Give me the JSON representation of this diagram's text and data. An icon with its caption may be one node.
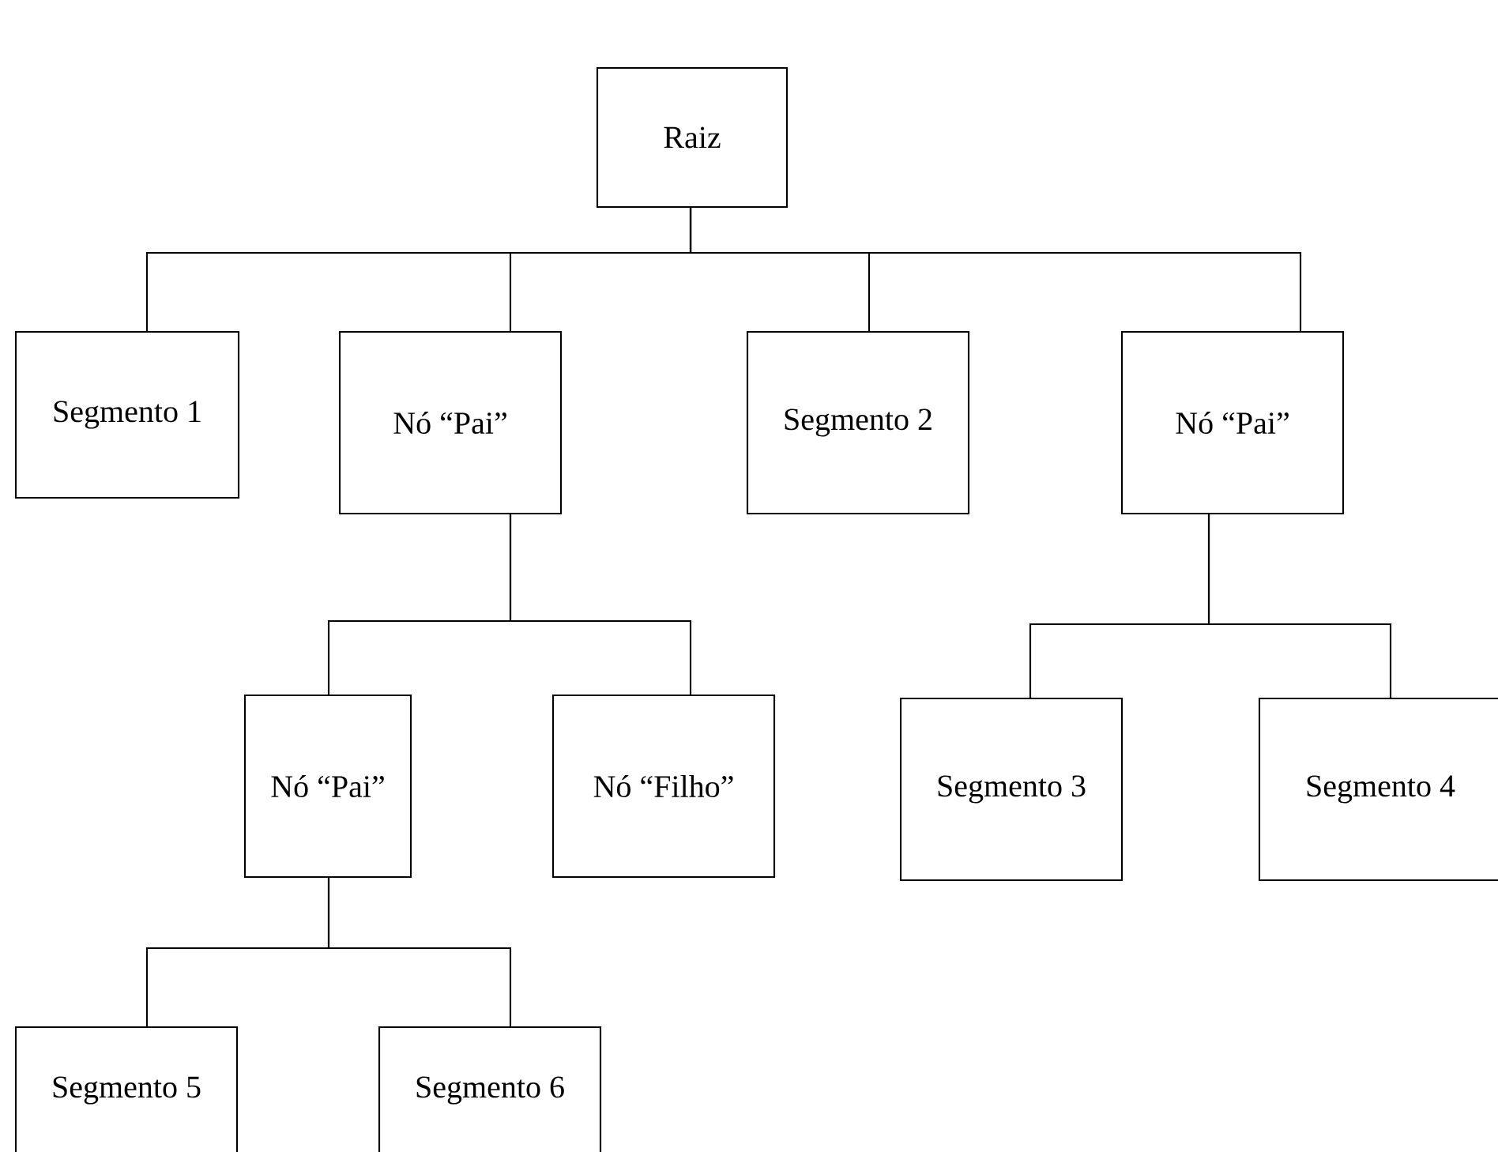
{
  "diagram": {
    "nodes": [
      {
        "text": [
          "Raiz"
        ]
      },
      {
        "text": [
          "Segmento 1"
        ]
      },
      {
        "text": [
          "Nó “Pai”"
        ]
      },
      {
        "text": [
          "Segmento 2"
        ]
      },
      {
        "text": [
          "Nó “Pai”"
        ]
      },
      {
        "text": [
          "Nó “Pai”"
        ]
      },
      {
        "text": [
          "Nó “Filho”"
        ]
      },
      {
        "text": [
          "Segmento 3"
        ]
      },
      {
        "text": [
          "Segmento 4"
        ]
      },
      {
        "text": [
          "Segmento 5"
        ]
      },
      {
        "text": [
          "Segmento 6"
        ]
      }
    ],
    "edges": [
      {
        "from": 0,
        "to": 1,
        "arrow": "none"
      },
      {
        "from": 0,
        "to": 2,
        "arrow": "none"
      },
      {
        "from": 0,
        "to": 3,
        "arrow": "none"
      },
      {
        "from": 0,
        "to": 4,
        "arrow": "none"
      },
      {
        "from": 2,
        "to": 5,
        "arrow": "none"
      },
      {
        "from": 2,
        "to": 6,
        "arrow": "none"
      },
      {
        "from": 4,
        "to": 7,
        "arrow": "none"
      },
      {
        "from": 4,
        "to": 8,
        "arrow": "none"
      },
      {
        "from": 5,
        "to": 9,
        "arrow": "none"
      },
      {
        "from": 5,
        "to": 10,
        "arrow": "none"
      }
    ]
  }
}
